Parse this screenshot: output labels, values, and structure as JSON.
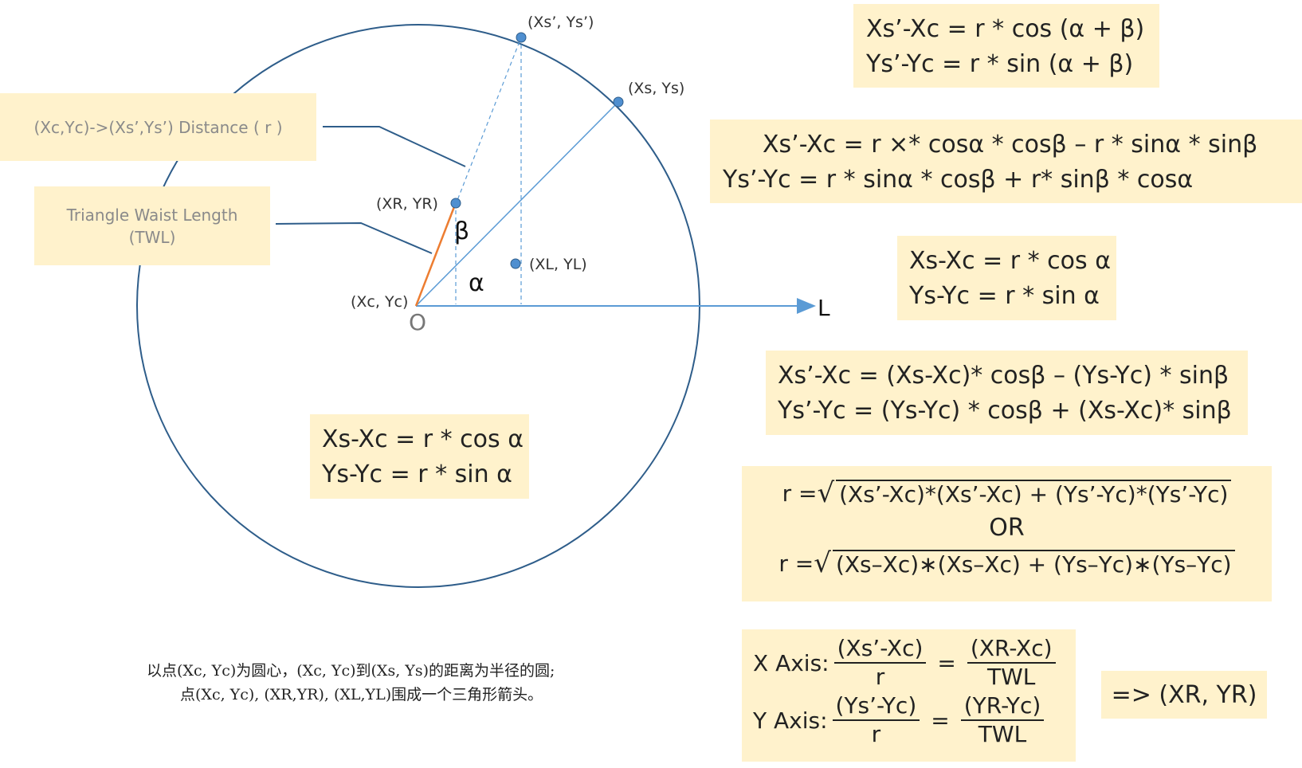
{
  "diagram": {
    "points": {
      "center": "(Xc, Yc)",
      "origin": "O",
      "ray": "L",
      "s_prime": "(Xs’, Ys’)",
      "s": "(Xs, Ys)",
      "r_point": "(XR, YR)",
      "l_point": "(XL, YL)"
    },
    "angles": {
      "beta": "β",
      "alpha": "α"
    },
    "callouts": {
      "distance": "(Xc,Yc)->(Xs’,Ys’) Distance ( r )",
      "twl_line1": "Triangle Waist Length",
      "twl_line2": "(TWL)"
    },
    "center_box": {
      "line1": "Xs-Xc = r * cos α",
      "line2": "Ys-Yc = r * sin α"
    },
    "caption": {
      "line1": "以点(Xc, Yc)为圆心，(Xc, Yc)到(Xs, Ys)的距离为半径的圆;",
      "line2": "点(Xc, Yc), (XR,YR), (XL,YL)围成一个三角形箭头。"
    }
  },
  "formulas": {
    "box1": {
      "line1": "Xs’-Xc = r * cos (α + β)",
      "line2": "Ys’-Yc = r * sin (α + β)"
    },
    "box2": {
      "line1": "Xs’-Xc = r ×* cosα * cosβ – r * sinα * sinβ",
      "line2": "Ys’-Yc = r * sinα * cosβ + r* sinβ * cosα"
    },
    "box3": {
      "line1": "Xs-Xc = r * cos α",
      "line2": "Ys-Yc = r * sin α"
    },
    "box4": {
      "line1": "Xs’-Xc = (Xs-Xc)* cosβ – (Ys-Yc) * sinβ",
      "line2": "Ys’-Yc = (Ys-Yc) * cosβ + (Xs-Xc)* sinβ"
    },
    "box5": {
      "r_eq": "r =",
      "sqrt_sign": "√",
      "radicand1": "(Xs’-Xc)*(Xs’-Xc) + (Ys’-Yc)*(Ys’-Yc)",
      "or": "OR",
      "radicand2": "(Xs–Xc)∗(Xs–Xc) + (Ys–Yc)∗(Ys–Yc)"
    },
    "box6": {
      "x_axis_label": "X Axis:",
      "x_num1": "(Xs’-Xc)",
      "x_den1": "r",
      "x_num2": "(XR-Xc)",
      "x_den2": "TWL",
      "y_axis_label": "Y Axis:",
      "y_num1": "(Ys’-Yc)",
      "y_den1": "r",
      "y_num2": "(YR-Yc)",
      "y_den2": "TWL",
      "equals": "="
    },
    "result": "=> (XR, YR)"
  },
  "colors": {
    "circle": "#2e5d8a",
    "guide_line": "#5b9bd5",
    "arrow_side": "#ed7d31",
    "point_fill": "#4f8fd0",
    "box_fill": "#fff2cc",
    "callout_line": "#2e5d8a"
  }
}
